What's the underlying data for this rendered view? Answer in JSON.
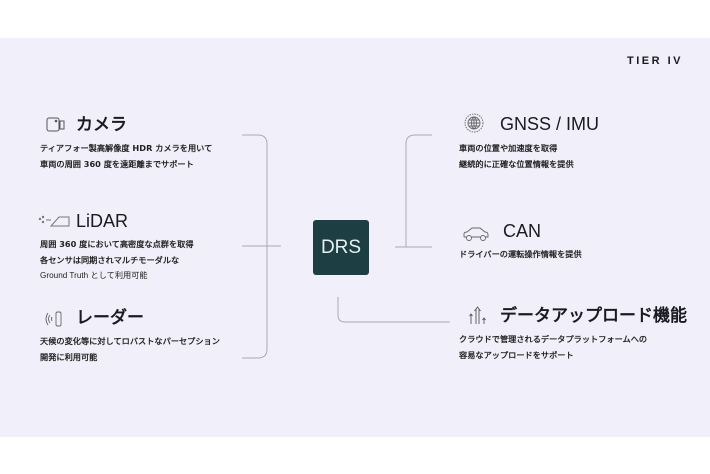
{
  "logo": "TIER IV",
  "center": "DRS",
  "left": [
    {
      "icon": "camera-icon",
      "title": "カメラ",
      "desc": [
        "ティアフォー製高解像度 HDR カメラを用いて",
        "車両の周囲 360 度を遠距離までサポート"
      ]
    },
    {
      "icon": "lidar-icon",
      "title": "LiDAR",
      "desc": [
        "周囲 360 度において高密度な点群を取得",
        "各センサは同期されマルチモーダルな",
        "Ground Truth として利用可能"
      ]
    },
    {
      "icon": "radar-icon",
      "title": "レーダー",
      "desc": [
        "天候の変化等に対してロバストなパーセプション",
        "開発に利用可能"
      ]
    }
  ],
  "right": [
    {
      "icon": "globe-icon",
      "title": "GNSS / IMU",
      "desc": [
        "車両の位置や加速度を取得",
        "継続的に正確な位置情報を提供"
      ]
    },
    {
      "icon": "car-icon",
      "title": "CAN",
      "desc": [
        "ドライバーの運転操作情報を提供"
      ]
    },
    {
      "icon": "upload-icon",
      "title": "データアップロード機能",
      "desc": [
        "クラウドで管理されるデータプラットフォームへの",
        "容易なアップロードをサポート"
      ]
    }
  ]
}
